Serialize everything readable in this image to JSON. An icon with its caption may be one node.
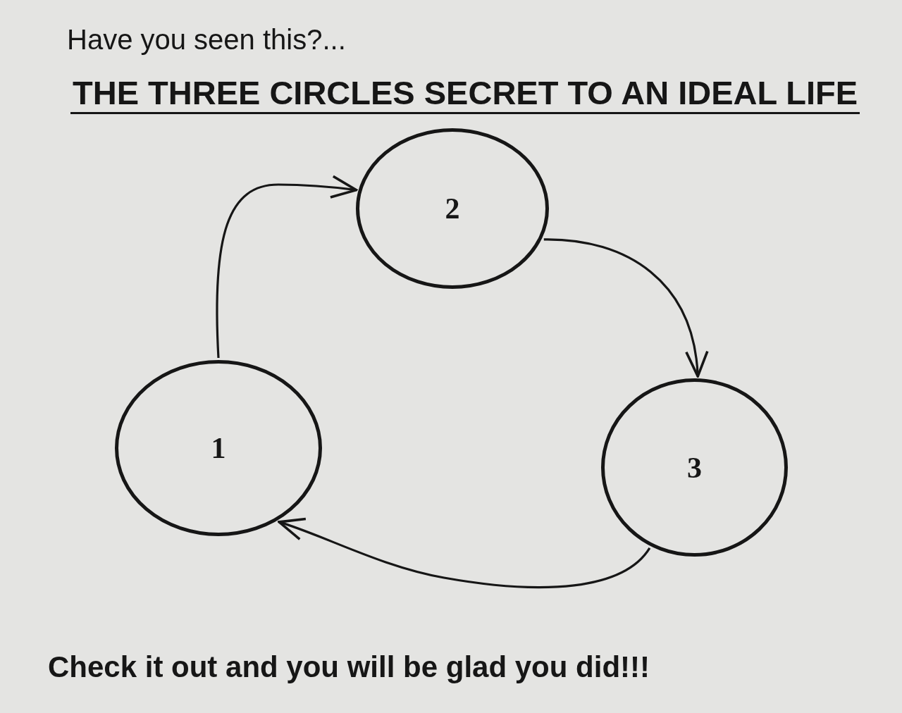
{
  "diagram": {
    "title": "THE THREE CIRCLES SECRET TO AN IDEAL LIFE",
    "caption": "Check it out and you will be glad you did!!!",
    "nodes": [
      {
        "text": [
          "1"
        ]
      },
      {
        "text": [
          "2"
        ]
      },
      {
        "text": [
          "3"
        ]
      }
    ],
    "edges": [
      {
        "from": 0,
        "to": 1,
        "arrow": "to"
      },
      {
        "from": 1,
        "to": 2,
        "arrow": "to"
      },
      {
        "from": 2,
        "to": 0,
        "arrow": "to"
      }
    ],
    "labels": [
      "Have you seen this?..."
    ]
  }
}
